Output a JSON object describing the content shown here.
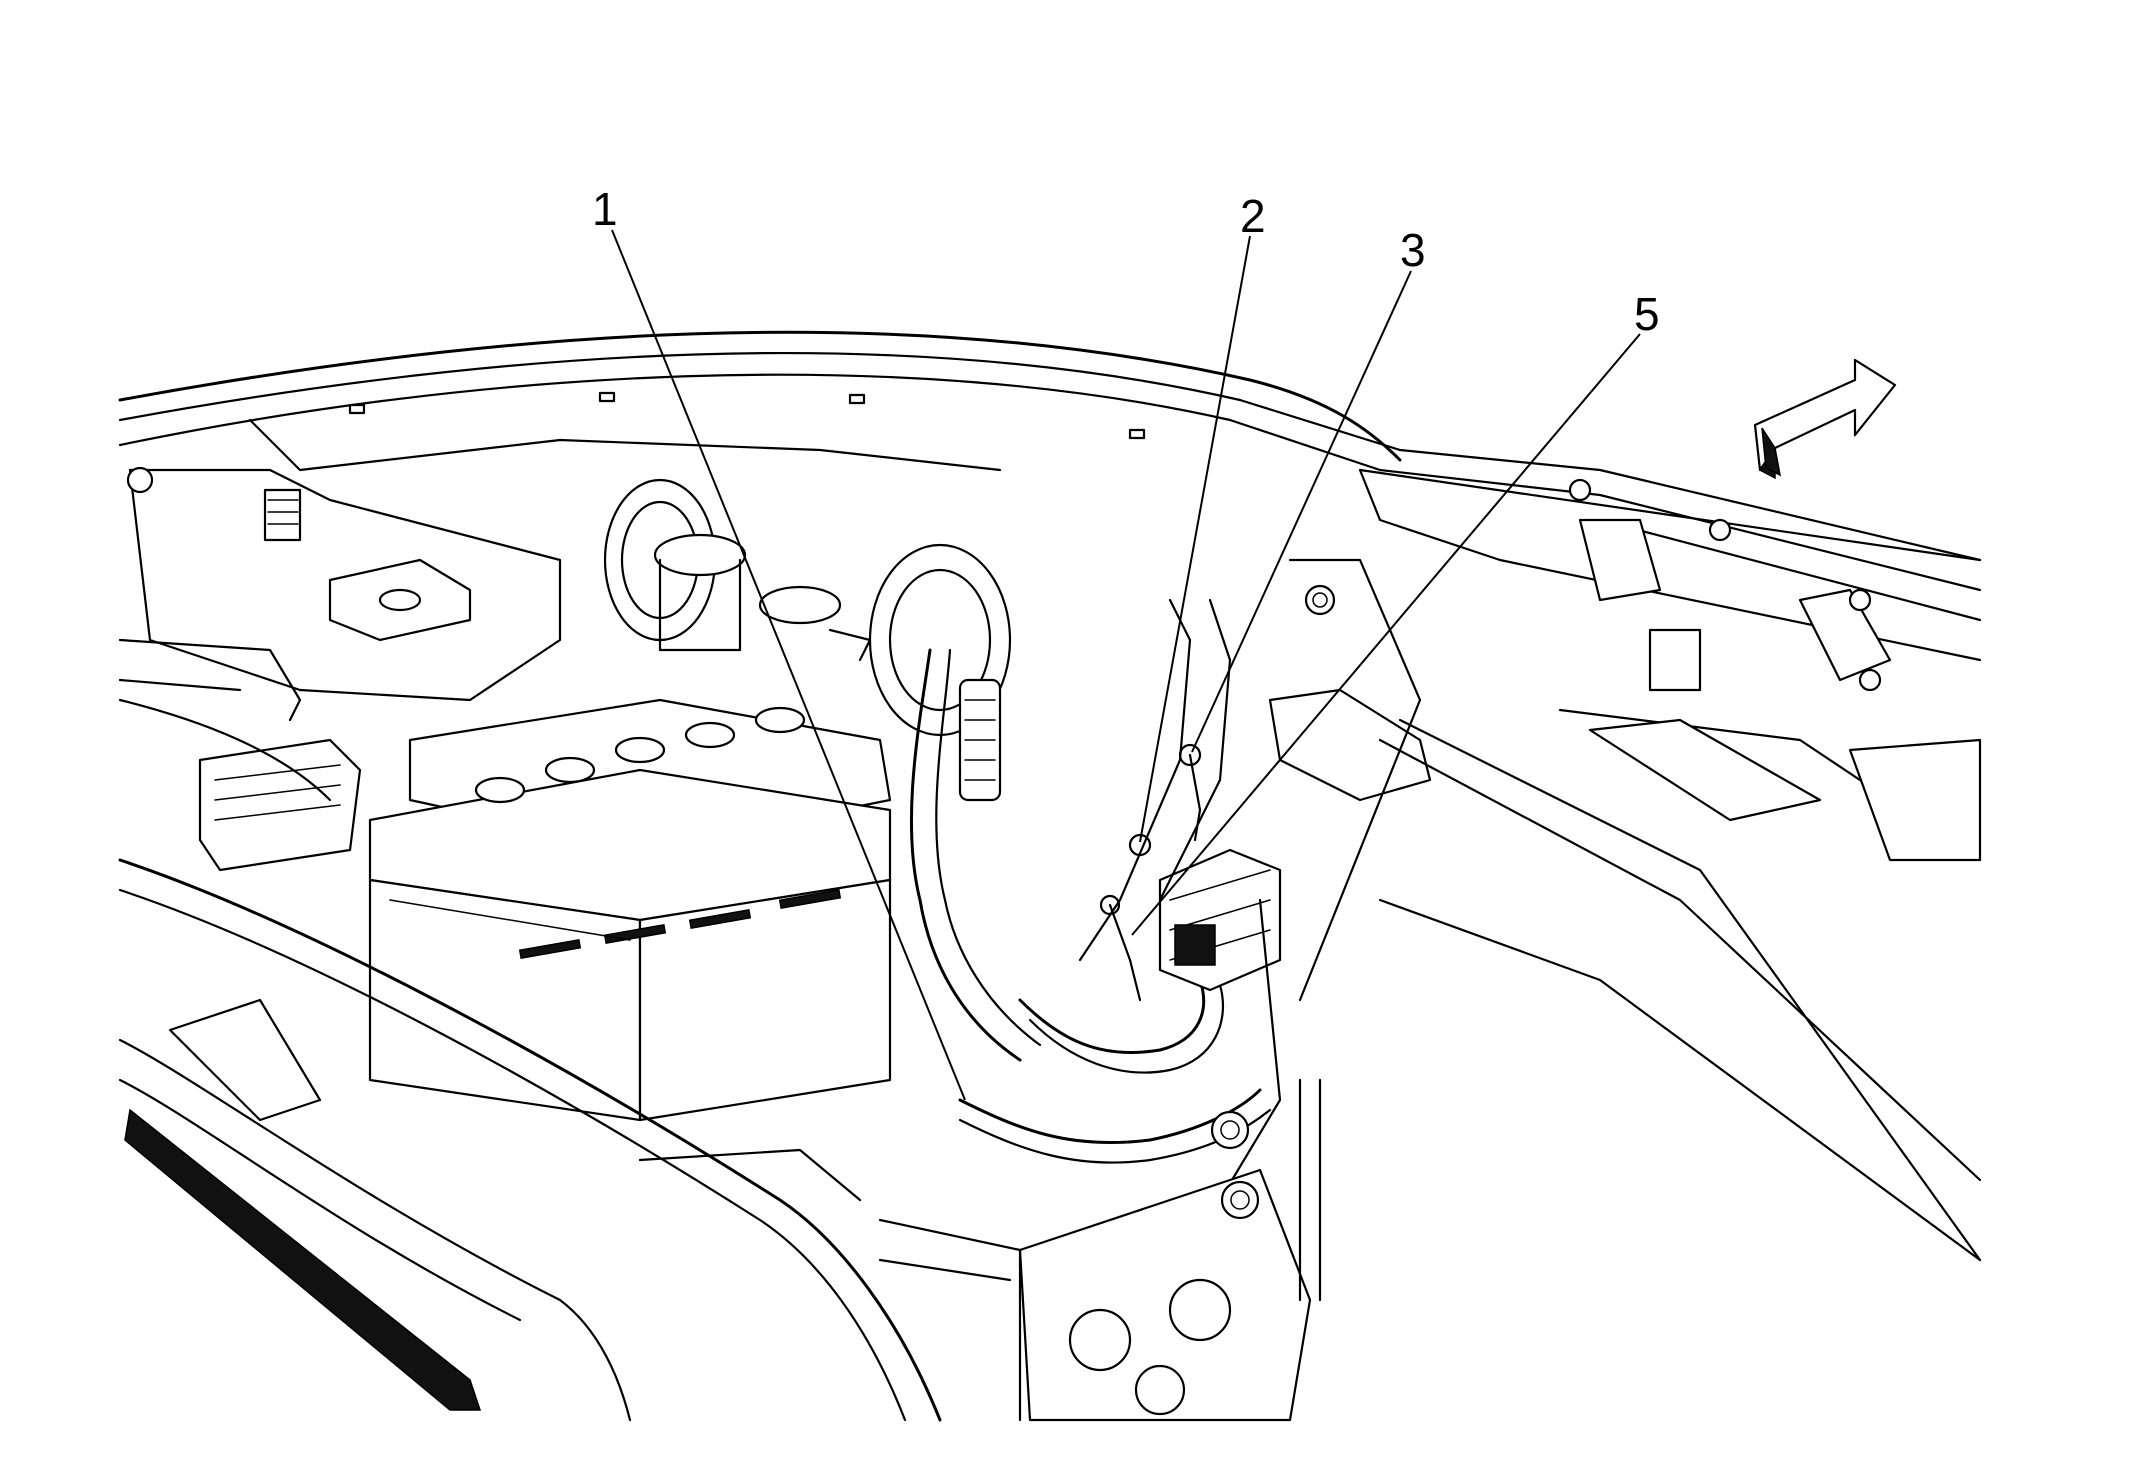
{
  "figure": {
    "callouts": [
      {
        "id": "callout-1",
        "label": "1"
      },
      {
        "id": "callout-2",
        "label": "2"
      },
      {
        "id": "callout-3",
        "label": "3"
      },
      {
        "id": "callout-5",
        "label": "5"
      }
    ],
    "icons": {
      "direction_arrow": "forward-arrow-icon",
      "battery": "battery-icon"
    },
    "colors": {
      "ink": "#000000",
      "paper": "#ffffff"
    }
  }
}
